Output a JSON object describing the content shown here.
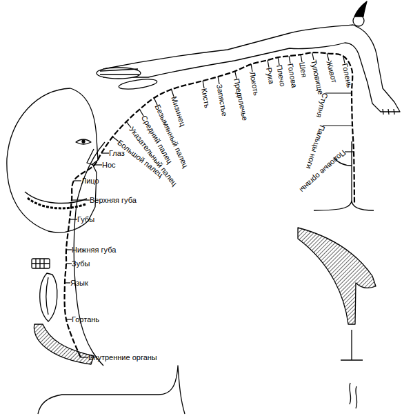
{
  "diagram": {
    "labels": [
      "Голень",
      "Живот",
      "Туловище",
      "Шея",
      "Голова",
      "Плечо",
      "Рука",
      "Локоть",
      "Предплечье",
      "Запястье",
      "Кисть",
      "Мизинец",
      "Безымянный палец",
      "Средний палец",
      "Указательный палец",
      "Большой палец",
      "Глаз",
      "Нос",
      "Лицо",
      "Верхняя губа",
      "Губы",
      "Нижняя губа",
      "Зубы",
      "Язык",
      "Гортань",
      "Внутренние органы",
      "Ступня",
      "Пальцы ноги",
      "Половые органы"
    ]
  }
}
